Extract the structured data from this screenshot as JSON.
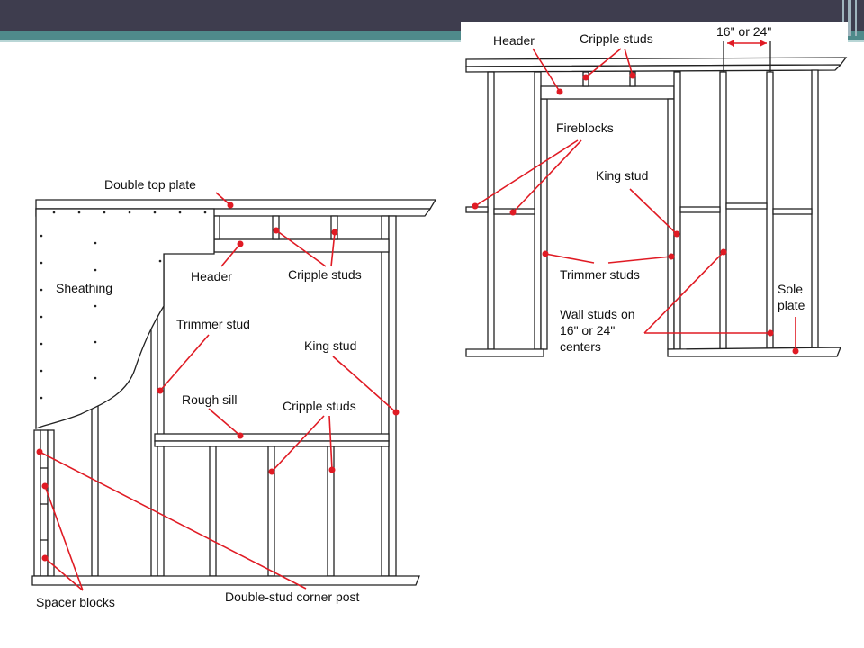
{
  "colors": {
    "title_bar": "#3e3d4e",
    "accent_bar": "#4f8a8b",
    "leader_lines": "#e01b24",
    "framing_lines": "#222222"
  },
  "left_diagram": {
    "labels": {
      "double_top_plate": "Double top plate",
      "header": "Header",
      "cripple_studs_top": "Cripple studs",
      "sheathing": "Sheathing",
      "trimmer_stud": "Trimmer stud",
      "king_stud": "King stud",
      "rough_sill": "Rough sill",
      "cripple_studs_bottom": "Cripple studs",
      "spacer_blocks": "Spacer blocks",
      "double_stud_corner_post": "Double-stud corner post"
    }
  },
  "right_diagram": {
    "labels": {
      "header": "Header",
      "cripple_studs": "Cripple studs",
      "spacing": "16\" or 24\"",
      "fireblocks": "Fireblocks",
      "king_stud": "King stud",
      "trimmer_studs": "Trimmer studs",
      "wall_studs_line1": "Wall studs on",
      "wall_studs_line2": "16\" or 24\"",
      "wall_studs_line3": "centers",
      "sole_plate_line1": "Sole",
      "sole_plate_line2": "plate"
    }
  }
}
